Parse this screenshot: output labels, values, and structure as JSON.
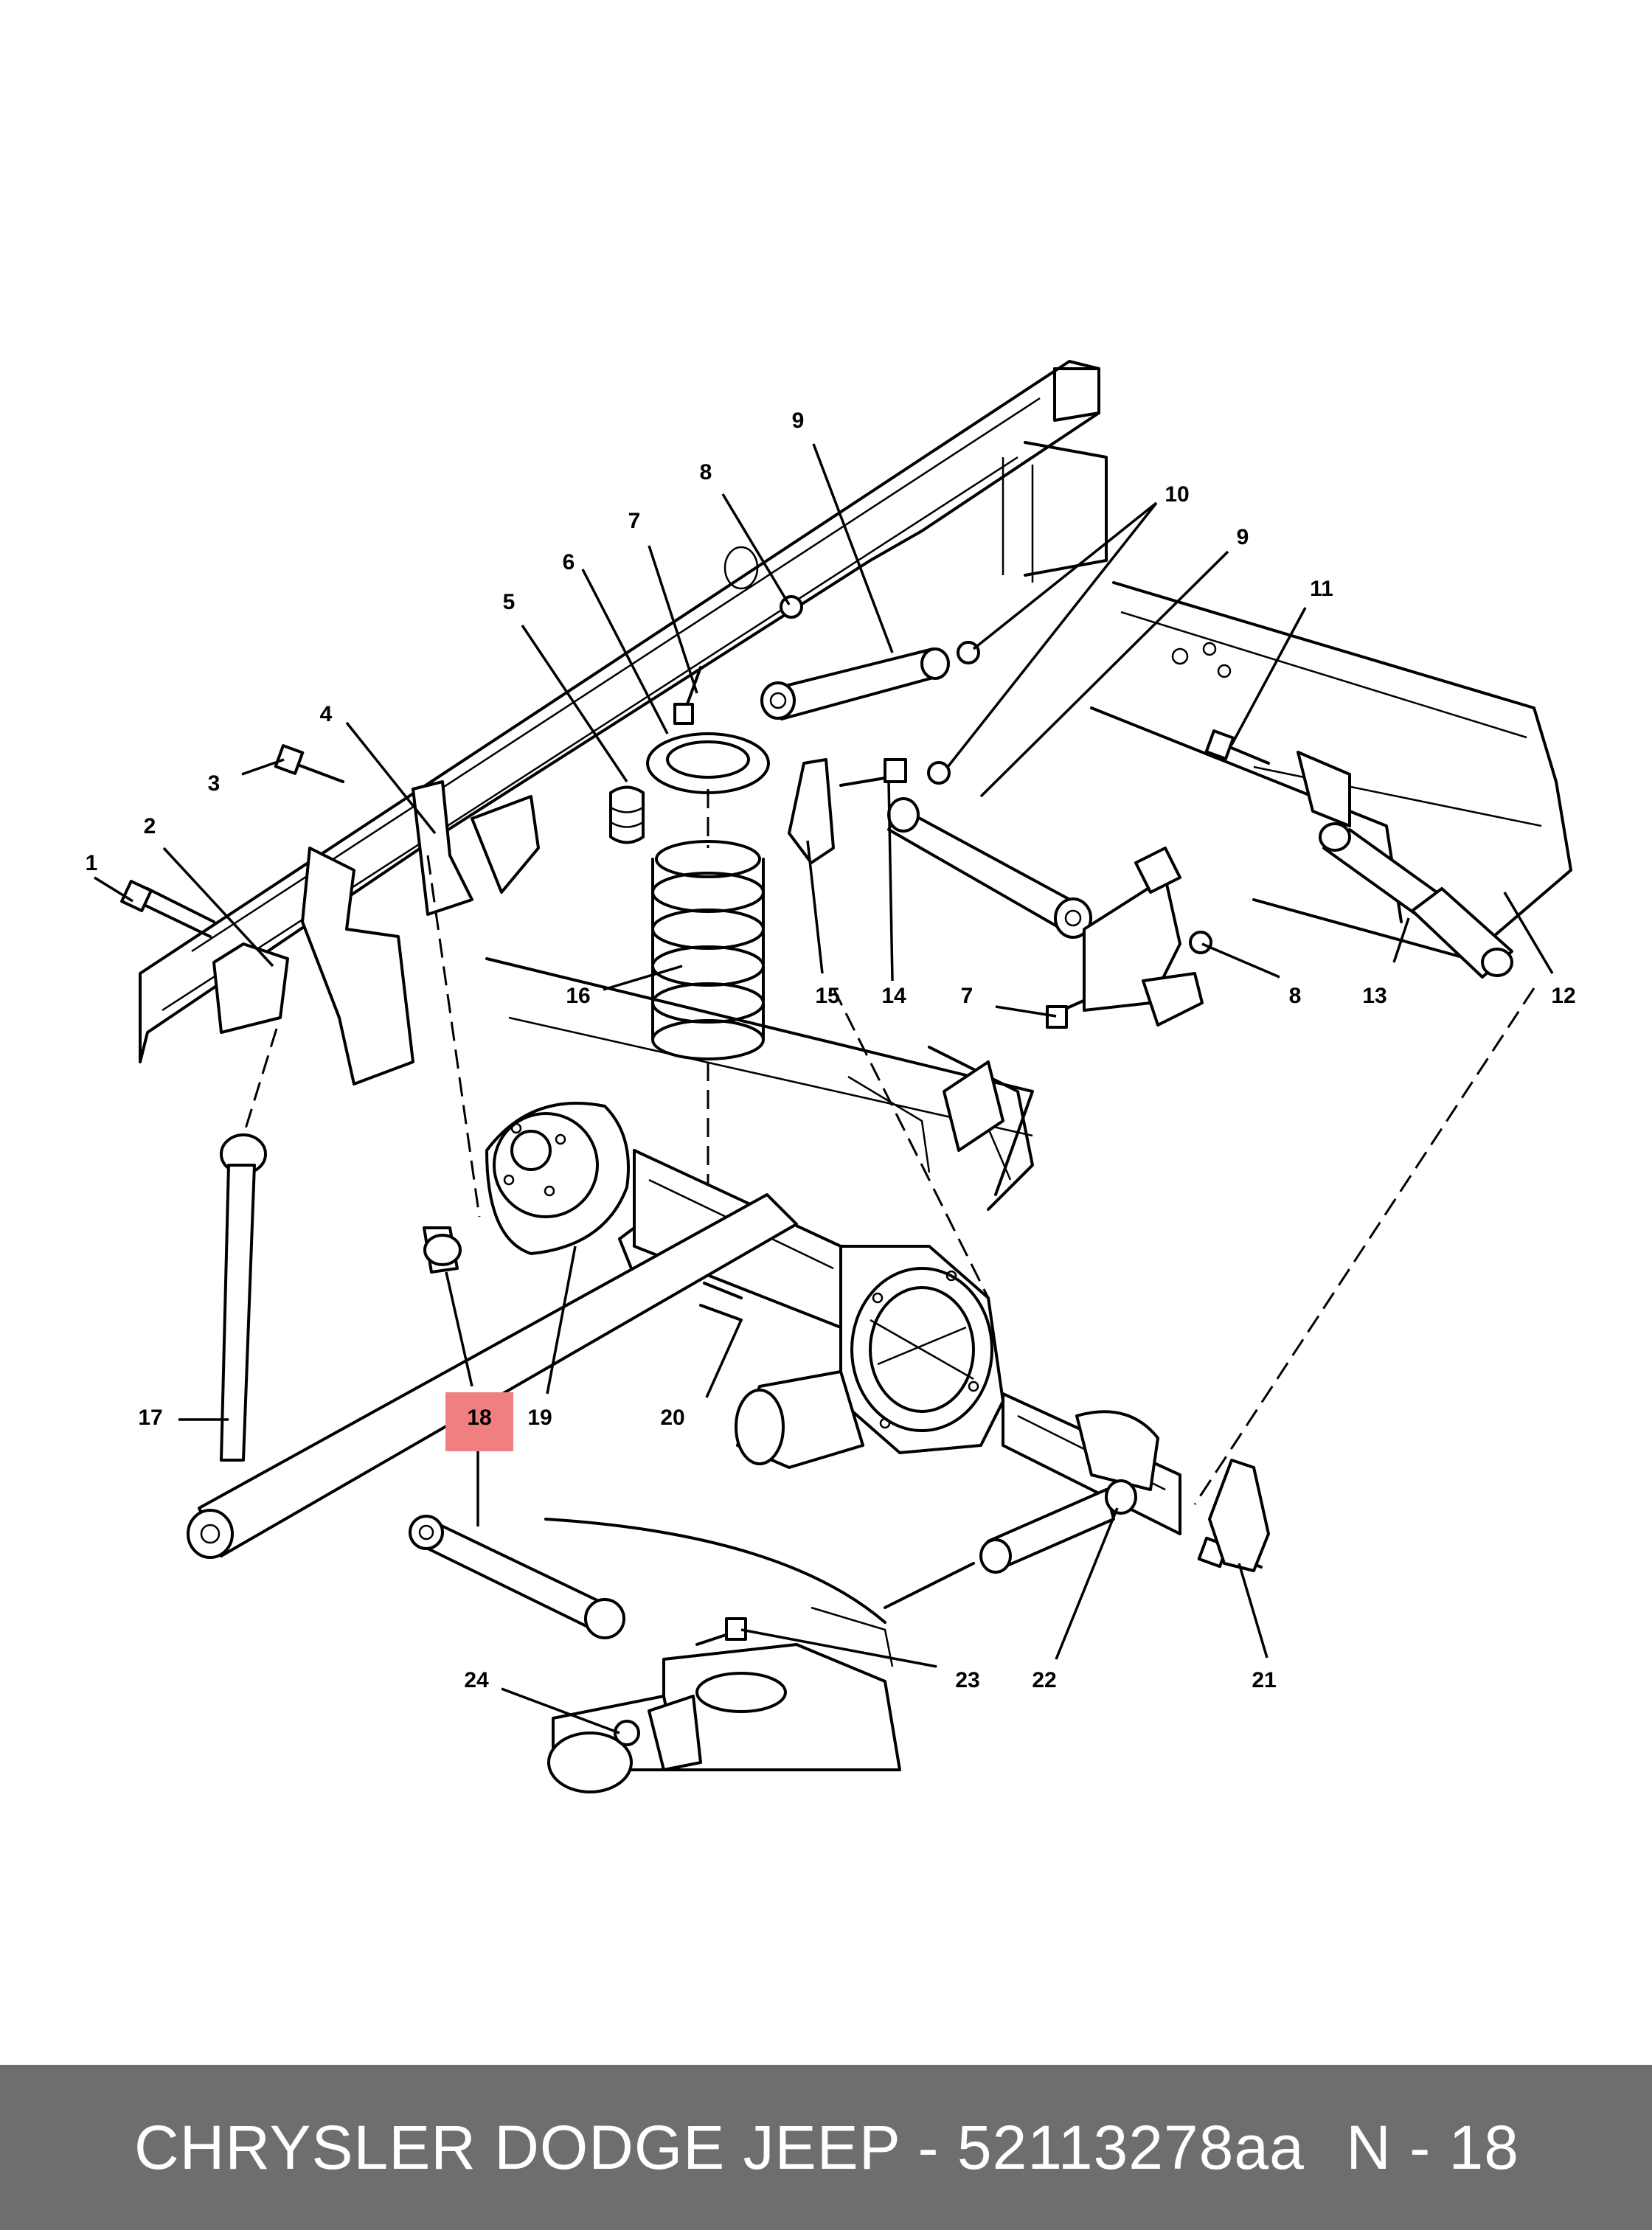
{
  "diagram": {
    "callouts": [
      "1",
      "2",
      "3",
      "4",
      "5",
      "6",
      "7",
      "8",
      "9",
      "10",
      "9",
      "11",
      "12",
      "13",
      "8",
      "7",
      "14",
      "15",
      "16",
      "17",
      "18",
      "19",
      "20",
      "21",
      "22",
      "23",
      "24"
    ],
    "highlighted_callout": "18",
    "highlight_color": "#f08080"
  },
  "footer": {
    "title": "CHRYSLER DODGE JEEP - 52113278aa",
    "page": "N - 18",
    "background": "#6e6e6e"
  }
}
